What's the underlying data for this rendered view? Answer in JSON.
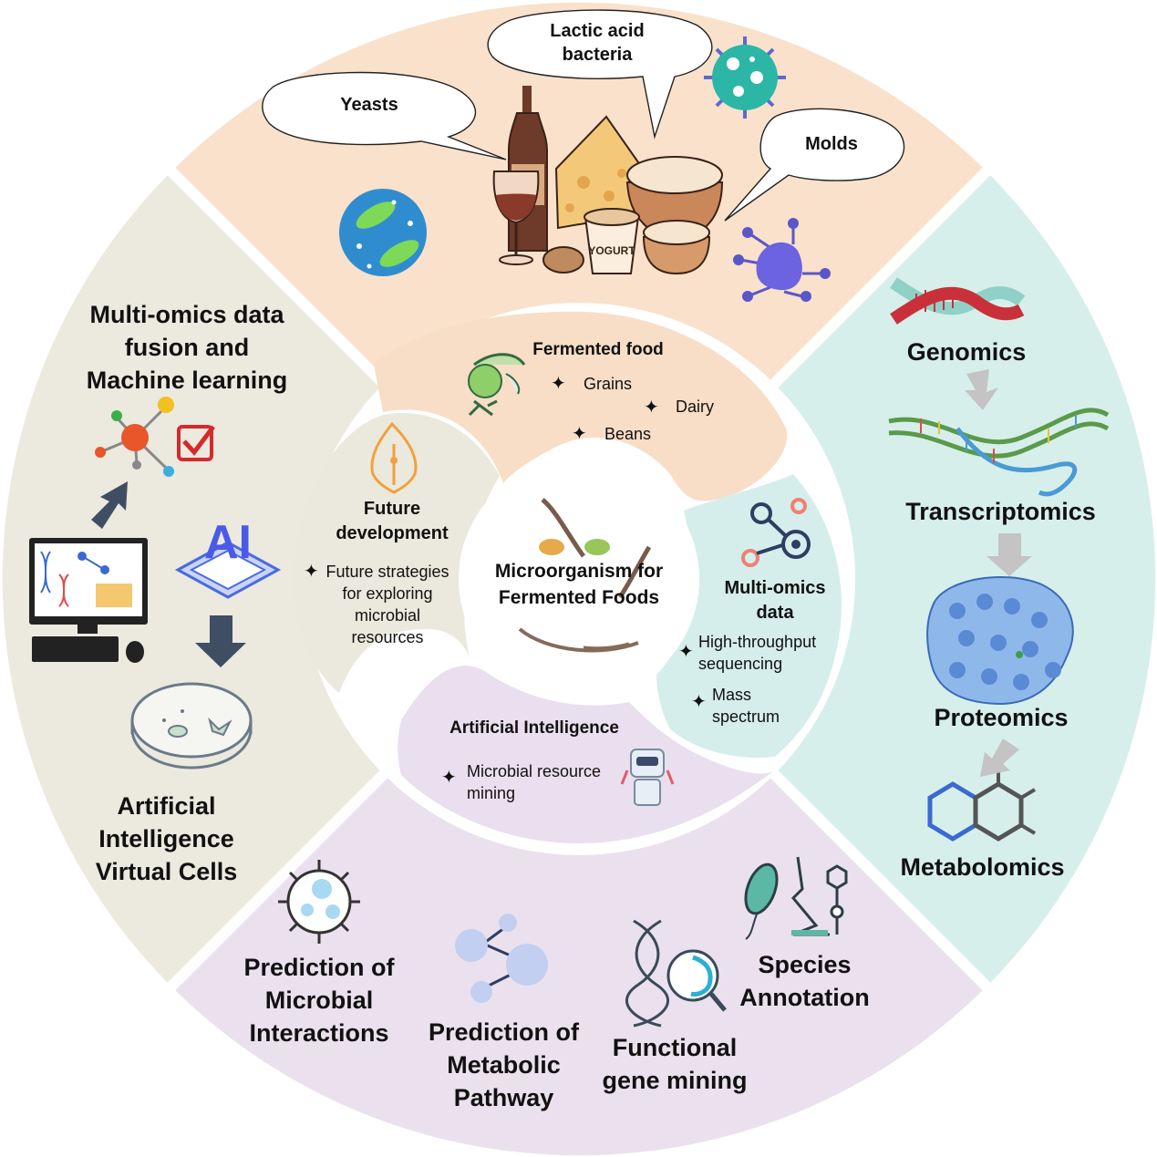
{
  "colors": {
    "top_food": "#f9e1cb",
    "right_omics": "#d6efeb",
    "bottom_prediction": "#ebe1ee",
    "left_ai": "#ece9df",
    "inner_future": "#ebe8dd",
    "inner_food": "#f8ddc7",
    "inner_omics": "#d5eeeb",
    "inner_ai": "#eadfee",
    "arrow_gray": "#c4c4c4",
    "arrow_dark": "#3f4e63"
  },
  "center": {
    "title": "Microorganism for\nFermented Foods"
  },
  "top_sector": {
    "bubbles": {
      "lactic": "Lactic acid\nbacteria",
      "yeasts": "Yeasts",
      "molds": "Molds"
    },
    "icons": [
      "wine-bottle-icon",
      "wine-glass-icon",
      "cheese-icon",
      "rice-bowl-icon",
      "yogurt-icon",
      "bread-icon",
      "yeast-cell-icon",
      "bacteria-cell-icon",
      "mold-cell-icon"
    ],
    "yogurt_label": "YOGURT"
  },
  "inner_food": {
    "title": "Fermented food",
    "items": [
      "Grains",
      "Dairy",
      "Beans"
    ]
  },
  "inner_future": {
    "title": "Future\ndevelopment",
    "text": "Future strategies\nfor exploring\nmicrobial\nresources"
  },
  "inner_omics": {
    "title": "Multi-omics\ndata",
    "items": [
      "High-throughput\nsequencing",
      "Mass\nspectrum"
    ]
  },
  "inner_ai": {
    "title": "Artificial Intelligence",
    "items": [
      "Microbial resource\nmining"
    ]
  },
  "right_sector": {
    "labels": [
      "Genomics",
      "Transcriptomics",
      "Proteomics",
      "Metabolomics"
    ]
  },
  "left_sector": {
    "title": "Multi-omics data\nfusion and\nMachine learning",
    "bottom": "Artificial\nIntelligence\nVirtual Cells",
    "ai_label": "AI"
  },
  "bottom_sector": {
    "labels": {
      "interactions": "Prediction of\nMicrobial\nInteractions",
      "pathway": "Prediction of\nMetabolic\nPathway",
      "functional": "Functional\ngene mining",
      "species": "Species\nAnnotation"
    }
  },
  "star_glyph": "✦"
}
